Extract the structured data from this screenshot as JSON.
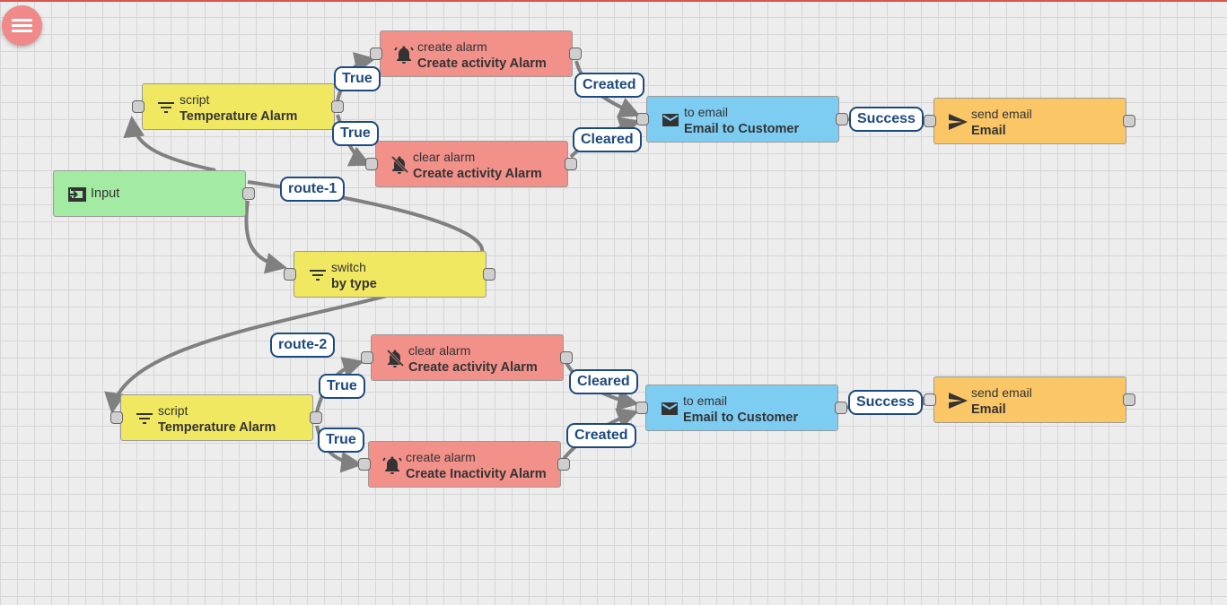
{
  "menu": {
    "icon": "hamburger-icon"
  },
  "nodes": {
    "input": {
      "title": "Input",
      "icon": "input-icon"
    },
    "script_top": {
      "type": "script",
      "name": "Temperature Alarm",
      "icon": "filter-icon"
    },
    "switch": {
      "type": "switch",
      "name": "by type",
      "icon": "filter-icon"
    },
    "script_bottom": {
      "type": "script",
      "name": "Temperature Alarm",
      "icon": "filter-icon"
    },
    "create_alarm_top": {
      "type": "create alarm",
      "name": "Create activity Alarm",
      "icon": "alarm-bell-icon"
    },
    "clear_alarm_top": {
      "type": "clear alarm",
      "name": "Create activity Alarm",
      "icon": "alarm-off-icon"
    },
    "clear_alarm_bottom": {
      "type": "clear alarm",
      "name": "Create activity Alarm",
      "icon": "alarm-off-icon"
    },
    "create_alarm_bottom": {
      "type": "create alarm",
      "name": "Create Inactivity Alarm",
      "icon": "alarm-bell-icon"
    },
    "email_top": {
      "type": "to email",
      "name": "Email to Customer",
      "icon": "mail-icon"
    },
    "email_bottom": {
      "type": "to email",
      "name": "Email to Customer",
      "icon": "mail-icon"
    },
    "send_top": {
      "type": "send email",
      "name": "Email",
      "icon": "send-icon"
    },
    "send_bottom": {
      "type": "send email",
      "name": "Email",
      "icon": "send-icon"
    }
  },
  "links": {
    "route1": "route-1",
    "route2": "route-2",
    "true_top_create": "True",
    "true_top_clear": "True",
    "true_bottom_clear": "True",
    "true_bottom_create": "True",
    "created_top": "Created",
    "cleared_top": "Cleared",
    "cleared_bottom": "Cleared",
    "created_bottom": "Created",
    "success_top": "Success",
    "success_bottom": "Success"
  },
  "colors": {
    "filter": "#f1e861",
    "input": "#a3eaa3",
    "action": "#f2908a",
    "external": "#7dcdf2",
    "send": "#fbc766",
    "label_border": "#1d4a7e",
    "wire": "#808080",
    "menu": "#f08a8a"
  }
}
